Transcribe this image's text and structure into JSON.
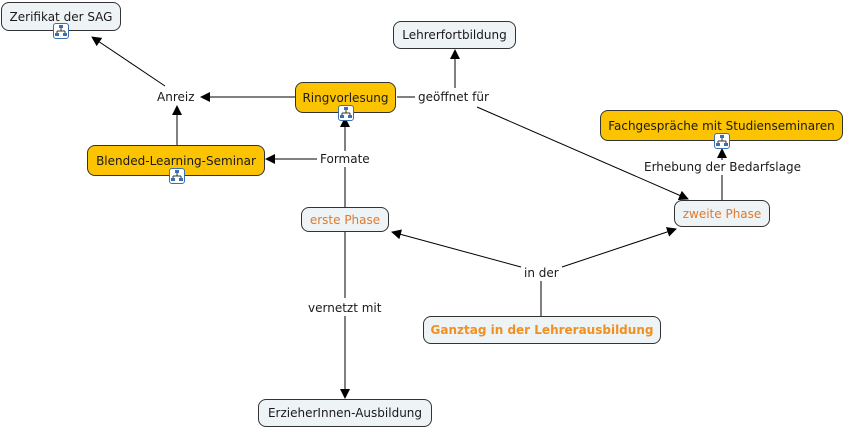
{
  "diagram": {
    "type": "concept-map",
    "colors": {
      "gold_fill": "#fcc400",
      "light_fill": "#eef3f5",
      "phase_text": "#e07a2c",
      "root_text": "#f09020",
      "line": "#000000"
    },
    "nodes": {
      "zertifikat": {
        "label": "Zerifikat der SAG",
        "has_submap_icon": true
      },
      "lehrerfortbildung": {
        "label": "Lehrerfortbildung"
      },
      "ringvorlesung": {
        "label": "Ringvorlesung",
        "has_submap_icon": true
      },
      "blended": {
        "label": "Blended-Learning-Seminar",
        "has_submap_icon": true
      },
      "fachgespraeche": {
        "label": "Fachgespräche mit Studienseminaren",
        "has_submap_icon": true
      },
      "erste_phase": {
        "label": "erste Phase"
      },
      "zweite_phase": {
        "label": "zweite Phase"
      },
      "ganztag": {
        "label": "Ganztag in der Lehrerausbildung"
      },
      "erzieher": {
        "label": "ErzieherInnen-Ausbildung"
      }
    },
    "link_labels": {
      "anreiz": "Anreiz",
      "geoeffnet": "geöffnet für",
      "formate": "Formate",
      "erhebung": "Erhebung der Bedarfslage",
      "in_der": "in der",
      "vernetzt": "vernetzt mit"
    },
    "icons": {
      "submap": "concept-map-submap-icon"
    }
  }
}
